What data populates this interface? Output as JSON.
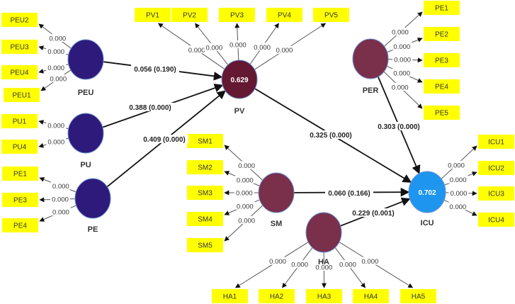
{
  "diagram": {
    "type": "PLS-SEM structural model",
    "colors": {
      "indicator_box": "#ffff00",
      "exogenous_construct": "#2e1a7a",
      "mediator_construct_pv": "#641832",
      "other_construct": "#7a2f4a",
      "outcome_construct": "#1e96f0",
      "node_border": "#6a8fd0"
    },
    "constructs": [
      {
        "id": "PEU",
        "label": "PEU",
        "value": "",
        "color_key": "exogenous_construct"
      },
      {
        "id": "PU",
        "label": "PU",
        "value": "",
        "color_key": "exogenous_construct"
      },
      {
        "id": "PE",
        "label": "PE",
        "value": "",
        "color_key": "exogenous_construct"
      },
      {
        "id": "PV",
        "label": "PV",
        "value": "0.629",
        "color_key": "mediator_construct_pv"
      },
      {
        "id": "PER",
        "label": "PER",
        "value": "",
        "color_key": "other_construct"
      },
      {
        "id": "SM",
        "label": "SM",
        "value": "",
        "color_key": "other_construct"
      },
      {
        "id": "HA",
        "label": "HA",
        "value": "",
        "color_key": "other_construct"
      },
      {
        "id": "ICU",
        "label": "ICU",
        "value": "0.702",
        "color_key": "outcome_construct"
      }
    ],
    "indicators": [
      {
        "id": "PEU2",
        "label": "PEU2",
        "construct": "PEU",
        "loading": "0.000"
      },
      {
        "id": "PEU3",
        "label": "PEU3",
        "construct": "PEU",
        "loading": "0.000"
      },
      {
        "id": "PEU4",
        "label": "PEU4",
        "construct": "PEU",
        "loading": "0.000"
      },
      {
        "id": "PEU1",
        "label": "PEU1",
        "construct": "PEU",
        "loading": "0.000"
      },
      {
        "id": "PU1",
        "label": "PU1",
        "construct": "PU",
        "loading": "0.000"
      },
      {
        "id": "PU4",
        "label": "PU4",
        "construct": "PU",
        "loading": "0.000"
      },
      {
        "id": "PE1L",
        "label": "PE1",
        "construct": "PE",
        "loading": "0.000"
      },
      {
        "id": "PE3L",
        "label": "PE3",
        "construct": "PE",
        "loading": "0.000"
      },
      {
        "id": "PE4L",
        "label": "PE4",
        "construct": "PE",
        "loading": "0.000"
      },
      {
        "id": "PV1",
        "label": "PV1",
        "construct": "PV",
        "loading": "0.000"
      },
      {
        "id": "PV2",
        "label": "PV2",
        "construct": "PV",
        "loading": "0.000"
      },
      {
        "id": "PV3",
        "label": "PV3",
        "construct": "PV",
        "loading": "0.000"
      },
      {
        "id": "PV4",
        "label": "PV4",
        "construct": "PV",
        "loading": "0.000"
      },
      {
        "id": "PV5",
        "label": "PV5",
        "construct": "PV",
        "loading": "0.000"
      },
      {
        "id": "PE1R",
        "label": "PE1",
        "construct": "PER",
        "loading": "0.000"
      },
      {
        "id": "PE2R",
        "label": "PE2",
        "construct": "PER",
        "loading": "0.000"
      },
      {
        "id": "PE3R",
        "label": "PE3",
        "construct": "PER",
        "loading": "0.000"
      },
      {
        "id": "PE4R",
        "label": "PE4",
        "construct": "PER",
        "loading": "0.000"
      },
      {
        "id": "PE5R",
        "label": "PE5",
        "construct": "PER",
        "loading": "0.000"
      },
      {
        "id": "SM1",
        "label": "SM1",
        "construct": "SM",
        "loading": "0.000"
      },
      {
        "id": "SM2",
        "label": "SM2",
        "construct": "SM",
        "loading": "0.000"
      },
      {
        "id": "SM3",
        "label": "SM3",
        "construct": "SM",
        "loading": "0.000"
      },
      {
        "id": "SM4",
        "label": "SM4",
        "construct": "SM",
        "loading": "0.000"
      },
      {
        "id": "SM5",
        "label": "SM5",
        "construct": "SM",
        "loading": "0.000"
      },
      {
        "id": "ICU1",
        "label": "ICU1",
        "construct": "ICU",
        "loading": "0.000"
      },
      {
        "id": "ICU2",
        "label": "ICU2",
        "construct": "ICU",
        "loading": "0.000"
      },
      {
        "id": "ICU3",
        "label": "ICU3",
        "construct": "ICU",
        "loading": "0.000"
      },
      {
        "id": "ICU4",
        "label": "ICU4",
        "construct": "ICU",
        "loading": "0.000"
      },
      {
        "id": "HA1",
        "label": "HA1",
        "construct": "HA",
        "loading": "0.000"
      },
      {
        "id": "HA2",
        "label": "HA2",
        "construct": "HA",
        "loading": "0.000"
      },
      {
        "id": "HA3",
        "label": "HA3",
        "construct": "HA",
        "loading": "0.000"
      },
      {
        "id": "HA4",
        "label": "HA4",
        "construct": "HA",
        "loading": "0.000"
      },
      {
        "id": "HA5",
        "label": "HA5",
        "construct": "HA",
        "loading": "0.000"
      }
    ],
    "paths": [
      {
        "from": "PEU",
        "to": "PV",
        "label": "0.056 (0.190)"
      },
      {
        "from": "PU",
        "to": "PV",
        "label": "0.388 (0.000)"
      },
      {
        "from": "PE",
        "to": "PV",
        "label": "0.409 (0.000)"
      },
      {
        "from": "PV",
        "to": "ICU",
        "label": "0.325 (0.000)"
      },
      {
        "from": "PER",
        "to": "ICU",
        "label": "0.303 (0.000)"
      },
      {
        "from": "SM",
        "to": "ICU",
        "label": "0.060 (0.166)"
      },
      {
        "from": "HA",
        "to": "ICU",
        "label": "0.229 (0.001)"
      }
    ]
  }
}
